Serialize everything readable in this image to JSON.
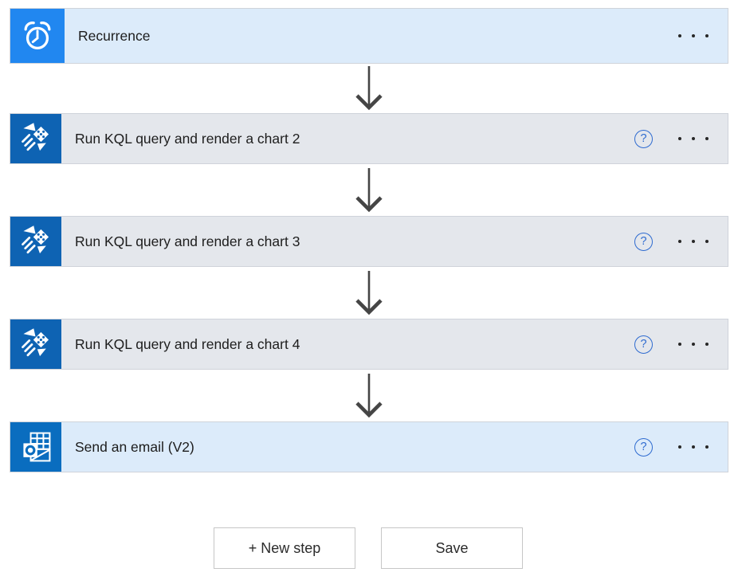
{
  "app": "power-automate-flow-designer",
  "colors": {
    "trigger_icon_bg": "#2187f0",
    "adx_icon_bg": "#0e63b3",
    "outlook_icon_bg": "#0a6dbf",
    "trigger_card_bg": "#dcebfa",
    "action_card_bg": "#e4e7ec",
    "card_border": "#cfd3da",
    "help_icon_color": "#2e6bd0",
    "arrow_color": "#454545",
    "text_color": "#1d1d1d"
  },
  "steps": [
    {
      "label": "Recurrence",
      "kind": "trigger",
      "icon": "recurrence-clock-icon",
      "has_help": false,
      "has_menu": true
    },
    {
      "label": "Run KQL query and render a chart 2",
      "kind": "action",
      "icon": "azure-data-explorer-icon",
      "has_help": true,
      "has_menu": true
    },
    {
      "label": "Run KQL query and render a chart 3",
      "kind": "action",
      "icon": "azure-data-explorer-icon",
      "has_help": true,
      "has_menu": true
    },
    {
      "label": "Run KQL query and render a chart 4",
      "kind": "action",
      "icon": "azure-data-explorer-icon",
      "has_help": true,
      "has_menu": true
    },
    {
      "label": "Send an email (V2)",
      "kind": "action",
      "icon": "outlook-icon",
      "has_help": true,
      "has_menu": true
    }
  ],
  "icons": {
    "help_glyph": "?",
    "menu": "ellipsis-icon",
    "connector": "down-arrow-icon"
  },
  "footer": {
    "new_step_label": "+ New step",
    "save_label": "Save"
  }
}
